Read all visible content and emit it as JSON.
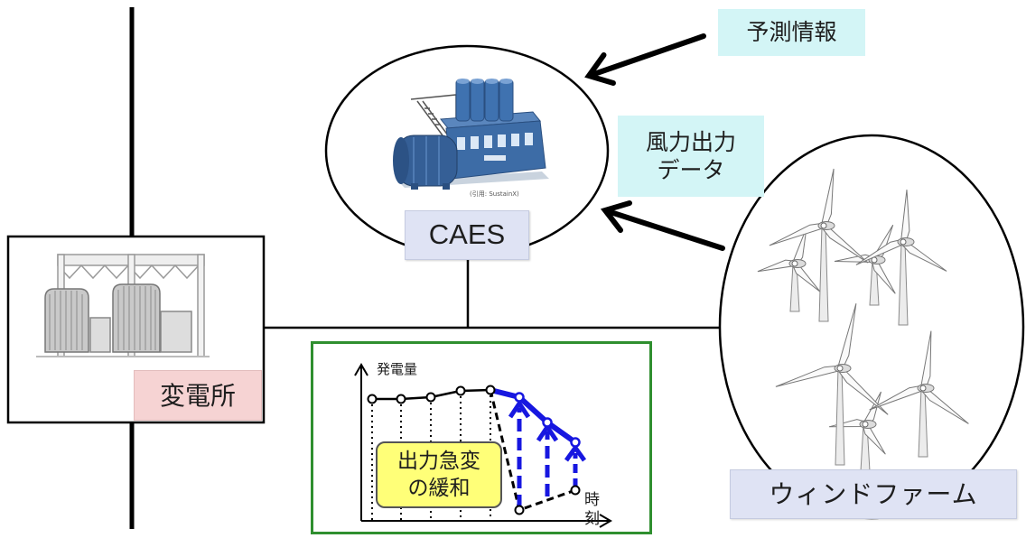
{
  "labels": {
    "forecast_info": "予測情報",
    "wind_output_data": [
      "風力出力",
      "データ"
    ],
    "caes": "CAES",
    "caes_image_credit": "(引用: SustainX)",
    "substation": "変電所",
    "wind_farm": "ウィンドファーム"
  },
  "graph": {
    "y_axis_label": "発電量",
    "x_axis_label": "時刻",
    "callout": [
      "出力急変",
      "の緩和"
    ]
  },
  "colors": {
    "line": "#000000",
    "info_box": "#d3f5f6",
    "label_box": "#dfe3f4",
    "substation_label": "#f6d3d3",
    "graph_frame": "#2f8f2f",
    "smoothed_output": "#1717e0",
    "callout": "#ffff78",
    "caes_machine": "#3d6ca6"
  },
  "icons": [
    "substation-equipment-icon",
    "caes-machine-icon",
    "wind-turbine-icon",
    "arrow-icon"
  ]
}
